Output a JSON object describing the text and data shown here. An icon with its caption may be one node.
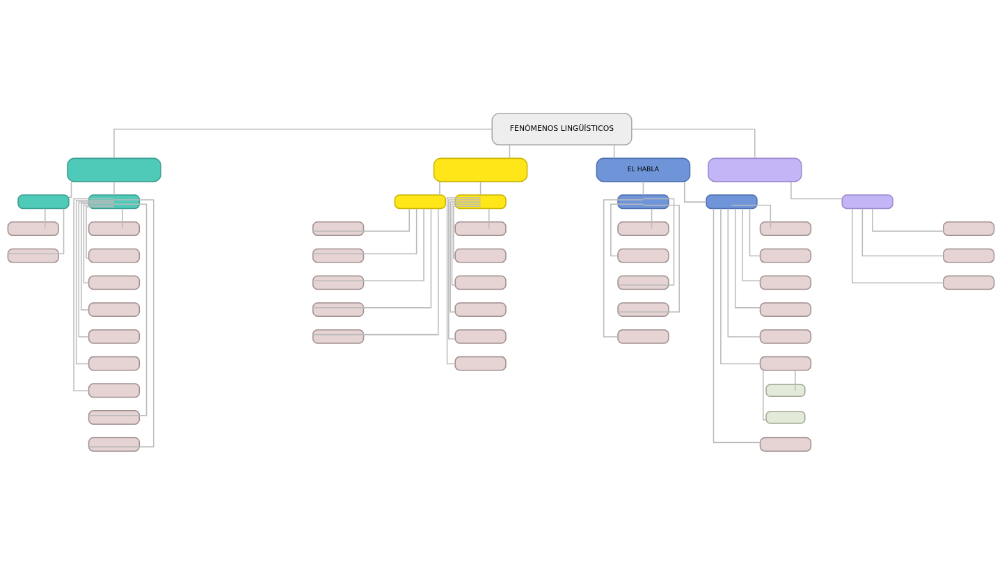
{
  "diagram": {
    "nodes": [
      {
        "text": [
          "FENÓMENOS LINGÜÍSTICOS"
        ]
      },
      {
        "text": [],
        "shape": "box"
      },
      {
        "text": [],
        "shape": "box"
      },
      {
        "text": [
          "EL HABLA"
        ]
      },
      {
        "text": [],
        "shape": "box"
      },
      {
        "text": [],
        "shape": "box"
      },
      {
        "text": [],
        "shape": "box"
      },
      {
        "text": [],
        "shape": "box"
      },
      {
        "text": [],
        "shape": "box"
      },
      {
        "text": [],
        "shape": "box"
      },
      {
        "text": [],
        "shape": "box"
      },
      {
        "text": [],
        "shape": "box"
      },
      {
        "text": [],
        "shape": "box"
      },
      {
        "text": [],
        "shape": "box"
      },
      {
        "text": [],
        "shape": "box"
      },
      {
        "text": [],
        "shape": "box"
      },
      {
        "text": [],
        "shape": "box"
      },
      {
        "text": [],
        "shape": "box"
      },
      {
        "text": [],
        "shape": "box"
      },
      {
        "text": [],
        "shape": "box"
      },
      {
        "text": [],
        "shape": "box"
      },
      {
        "text": [],
        "shape": "box"
      },
      {
        "text": [],
        "shape": "box"
      },
      {
        "text": [],
        "shape": "box"
      },
      {
        "text": [],
        "shape": "box"
      },
      {
        "text": [],
        "shape": "box"
      },
      {
        "text": [],
        "shape": "box"
      },
      {
        "text": [],
        "shape": "box"
      },
      {
        "text": [],
        "shape": "box"
      },
      {
        "text": [],
        "shape": "box"
      },
      {
        "text": [],
        "shape": "box"
      },
      {
        "text": [],
        "shape": "box"
      },
      {
        "text": [],
        "shape": "box"
      },
      {
        "text": [],
        "shape": "box"
      },
      {
        "text": [],
        "shape": "box"
      },
      {
        "text": [],
        "shape": "box"
      },
      {
        "text": [],
        "shape": "box"
      },
      {
        "text": [],
        "shape": "box"
      },
      {
        "text": [],
        "shape": "box"
      },
      {
        "text": [],
        "shape": "box"
      },
      {
        "text": [],
        "shape": "box"
      },
      {
        "text": [],
        "shape": "box"
      },
      {
        "text": [],
        "shape": "box"
      },
      {
        "text": [],
        "shape": "box"
      },
      {
        "text": [],
        "shape": "box"
      },
      {
        "text": [],
        "shape": "box"
      },
      {
        "text": [],
        "shape": "box"
      },
      {
        "text": [],
        "shape": "box"
      },
      {
        "text": [],
        "shape": "box"
      },
      {
        "text": [],
        "shape": "box"
      },
      {
        "text": [],
        "shape": "box"
      }
    ],
    "edges": [
      {
        "from": 0,
        "to": 1,
        "arrow": "none"
      },
      {
        "from": 0,
        "to": 2,
        "arrow": "none"
      },
      {
        "from": 0,
        "to": 3,
        "arrow": "none"
      },
      {
        "from": 0,
        "to": 4,
        "arrow": "none"
      },
      {
        "from": 1,
        "to": 5,
        "arrow": "none"
      },
      {
        "from": 1,
        "to": 6,
        "arrow": "none"
      },
      {
        "from": 5,
        "to": 7,
        "arrow": "none"
      },
      {
        "from": 5,
        "to": 8,
        "arrow": "none"
      },
      {
        "from": 6,
        "to": 9,
        "arrow": "none"
      },
      {
        "from": 6,
        "to": 10,
        "arrow": "none"
      },
      {
        "from": 6,
        "to": 11,
        "arrow": "none"
      },
      {
        "from": 6,
        "to": 12,
        "arrow": "none"
      },
      {
        "from": 6,
        "to": 13,
        "arrow": "none"
      },
      {
        "from": 6,
        "to": 14,
        "arrow": "none"
      },
      {
        "from": 6,
        "to": 15,
        "arrow": "none"
      },
      {
        "from": 6,
        "to": 16,
        "arrow": "none"
      },
      {
        "from": 6,
        "to": 17,
        "arrow": "none"
      },
      {
        "from": 2,
        "to": 18,
        "arrow": "none"
      },
      {
        "from": 2,
        "to": 19,
        "arrow": "none"
      },
      {
        "from": 18,
        "to": 20,
        "arrow": "none"
      },
      {
        "from": 18,
        "to": 21,
        "arrow": "none"
      },
      {
        "from": 18,
        "to": 22,
        "arrow": "none"
      },
      {
        "from": 18,
        "to": 23,
        "arrow": "none"
      },
      {
        "from": 18,
        "to": 24,
        "arrow": "none"
      },
      {
        "from": 19,
        "to": 25,
        "arrow": "none"
      },
      {
        "from": 19,
        "to": 26,
        "arrow": "none"
      },
      {
        "from": 19,
        "to": 27,
        "arrow": "none"
      },
      {
        "from": 19,
        "to": 28,
        "arrow": "none"
      },
      {
        "from": 19,
        "to": 29,
        "arrow": "none"
      },
      {
        "from": 19,
        "to": 30,
        "arrow": "none"
      },
      {
        "from": 3,
        "to": 31,
        "arrow": "none"
      },
      {
        "from": 3,
        "to": 32,
        "arrow": "none"
      },
      {
        "from": 31,
        "to": 33,
        "arrow": "none"
      },
      {
        "from": 31,
        "to": 34,
        "arrow": "none"
      },
      {
        "from": 31,
        "to": 35,
        "arrow": "none"
      },
      {
        "from": 31,
        "to": 36,
        "arrow": "none"
      },
      {
        "from": 31,
        "to": 37,
        "arrow": "none"
      },
      {
        "from": 32,
        "to": 38,
        "arrow": "none"
      },
      {
        "from": 32,
        "to": 39,
        "arrow": "none"
      },
      {
        "from": 32,
        "to": 40,
        "arrow": "none"
      },
      {
        "from": 32,
        "to": 41,
        "arrow": "none"
      },
      {
        "from": 32,
        "to": 42,
        "arrow": "none"
      },
      {
        "from": 32,
        "to": 43,
        "arrow": "none"
      },
      {
        "from": 43,
        "to": 44,
        "arrow": "none"
      },
      {
        "from": 43,
        "to": 45,
        "arrow": "none"
      },
      {
        "from": 32,
        "to": 46,
        "arrow": "none"
      },
      {
        "from": 4,
        "to": 47,
        "arrow": "none"
      },
      {
        "from": 47,
        "to": 48,
        "arrow": "none"
      },
      {
        "from": 47,
        "to": 49,
        "arrow": "none"
      },
      {
        "from": 47,
        "to": 50,
        "arrow": "none"
      }
    ]
  }
}
